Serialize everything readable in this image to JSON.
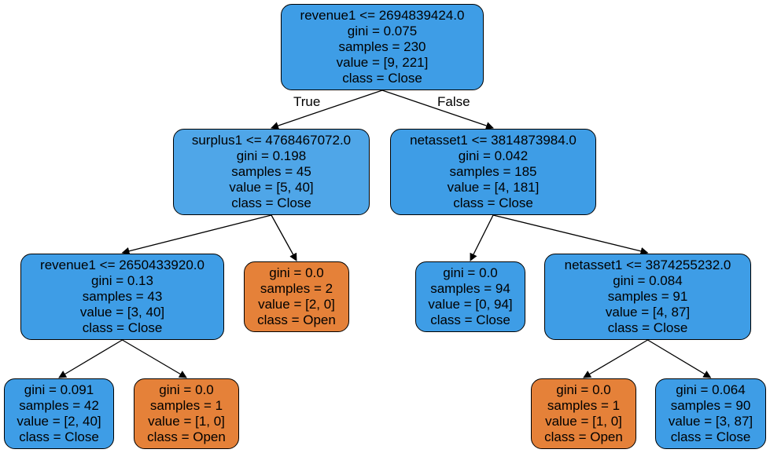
{
  "colors": {
    "close_dark": "#3e9de6",
    "close_light": "#4fa6e8",
    "open": "#e58139"
  },
  "tree": {
    "edge_labels": {
      "true": "True",
      "false": "False"
    },
    "nodes": [
      {
        "id": "n0",
        "lines": [
          "revenue1 <= 2694839424.0",
          "gini = 0.075",
          "samples = 230",
          "value = [9, 221]",
          "class = Close"
        ],
        "class": "Close",
        "shade": "close_dark"
      },
      {
        "id": "n1",
        "lines": [
          "surplus1 <= 4768467072.0",
          "gini = 0.198",
          "samples = 45",
          "value = [5, 40]",
          "class = Close"
        ],
        "class": "Close",
        "shade": "close_light"
      },
      {
        "id": "n2",
        "lines": [
          "revenue1 <= 2650433920.0",
          "gini = 0.13",
          "samples = 43",
          "value = [3, 40]",
          "class = Close"
        ],
        "class": "Close",
        "shade": "close_dark"
      },
      {
        "id": "n3",
        "lines": [
          "gini = 0.091",
          "samples = 42",
          "value = [2, 40]",
          "class = Close"
        ],
        "class": "Close",
        "shade": "close_dark"
      },
      {
        "id": "n4",
        "lines": [
          "gini = 0.0",
          "samples = 1",
          "value = [1, 0]",
          "class = Open"
        ],
        "class": "Open",
        "shade": "open"
      },
      {
        "id": "n5",
        "lines": [
          "gini = 0.0",
          "samples = 2",
          "value = [2, 0]",
          "class = Open"
        ],
        "class": "Open",
        "shade": "open"
      },
      {
        "id": "n6",
        "lines": [
          "netasset1 <= 3814873984.0",
          "gini = 0.042",
          "samples = 185",
          "value = [4, 181]",
          "class = Close"
        ],
        "class": "Close",
        "shade": "close_dark"
      },
      {
        "id": "n7",
        "lines": [
          "gini = 0.0",
          "samples = 94",
          "value = [0, 94]",
          "class = Close"
        ],
        "class": "Close",
        "shade": "close_dark"
      },
      {
        "id": "n8",
        "lines": [
          "netasset1 <= 3874255232.0",
          "gini = 0.084",
          "samples = 91",
          "value = [4, 87]",
          "class = Close"
        ],
        "class": "Close",
        "shade": "close_dark"
      },
      {
        "id": "n9",
        "lines": [
          "gini = 0.0",
          "samples = 1",
          "value = [1, 0]",
          "class = Open"
        ],
        "class": "Open",
        "shade": "open"
      },
      {
        "id": "n10",
        "lines": [
          "gini = 0.064",
          "samples = 90",
          "value = [3, 87]",
          "class = Close"
        ],
        "class": "Close",
        "shade": "close_dark"
      }
    ],
    "edges": [
      {
        "from": "n0",
        "to": "n1"
      },
      {
        "from": "n0",
        "to": "n6"
      },
      {
        "from": "n1",
        "to": "n2"
      },
      {
        "from": "n1",
        "to": "n5"
      },
      {
        "from": "n2",
        "to": "n3"
      },
      {
        "from": "n2",
        "to": "n4"
      },
      {
        "from": "n6",
        "to": "n7"
      },
      {
        "from": "n6",
        "to": "n8"
      },
      {
        "from": "n8",
        "to": "n9"
      },
      {
        "from": "n8",
        "to": "n10"
      }
    ]
  }
}
